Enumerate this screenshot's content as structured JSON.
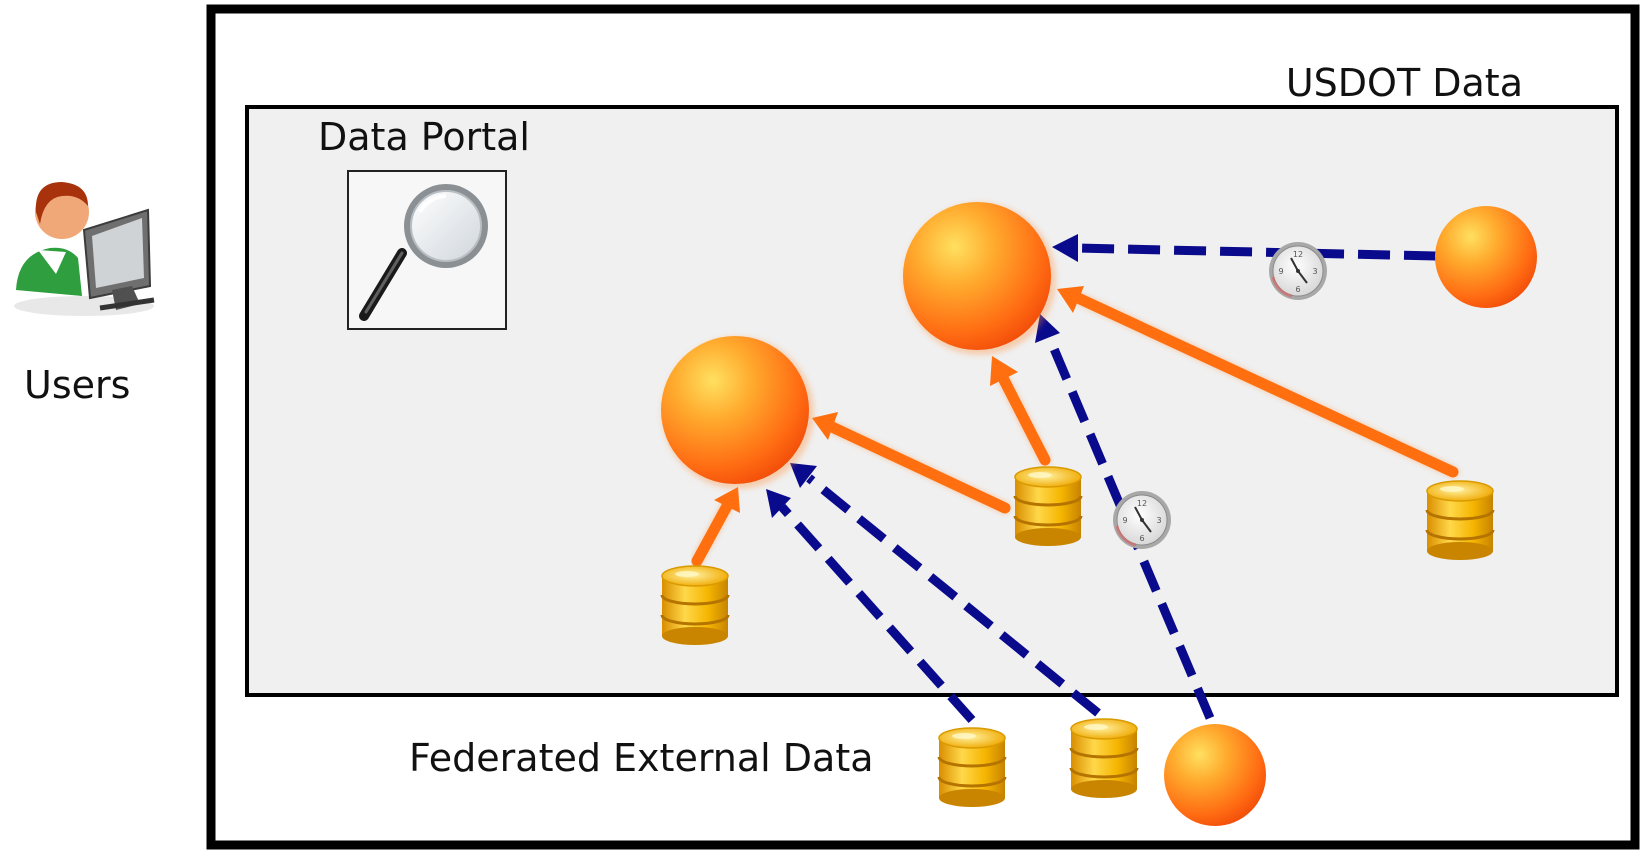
{
  "labels": {
    "users": "Users",
    "usdot": "USDOT Data",
    "portal": "Data Portal",
    "external": "Federated External Data"
  },
  "colors": {
    "outer_frame": "#000000",
    "inner_panel_fill": "#f0f0f0",
    "solid_arrow": "#ff6f0f",
    "dashed_arrow": "#0a0a8c",
    "sphere": "#ff7a10",
    "database": "#f2b100"
  },
  "icons": [
    "user-at-computer-icon",
    "magnifying-glass-icon",
    "clock-icon",
    "database-icon",
    "data-sphere-icon"
  ]
}
